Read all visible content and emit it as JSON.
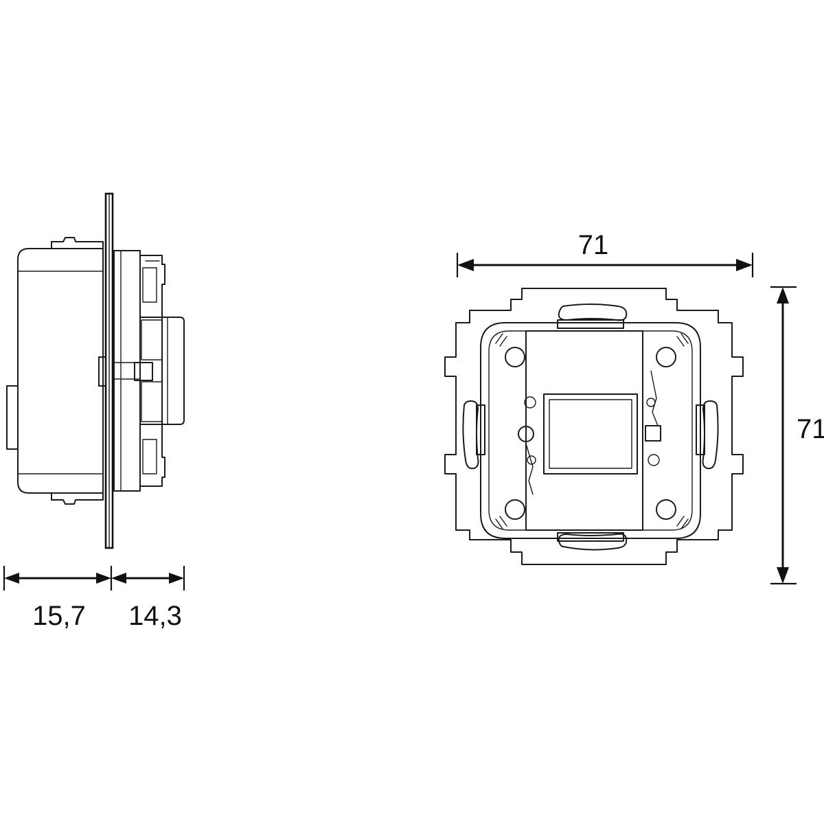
{
  "dimensions": {
    "side_depth_back": "15,7",
    "side_depth_front": "14,3",
    "front_width": "71",
    "front_height": "71"
  },
  "colors": {
    "line": "#1a1a1a",
    "background": "#ffffff"
  }
}
